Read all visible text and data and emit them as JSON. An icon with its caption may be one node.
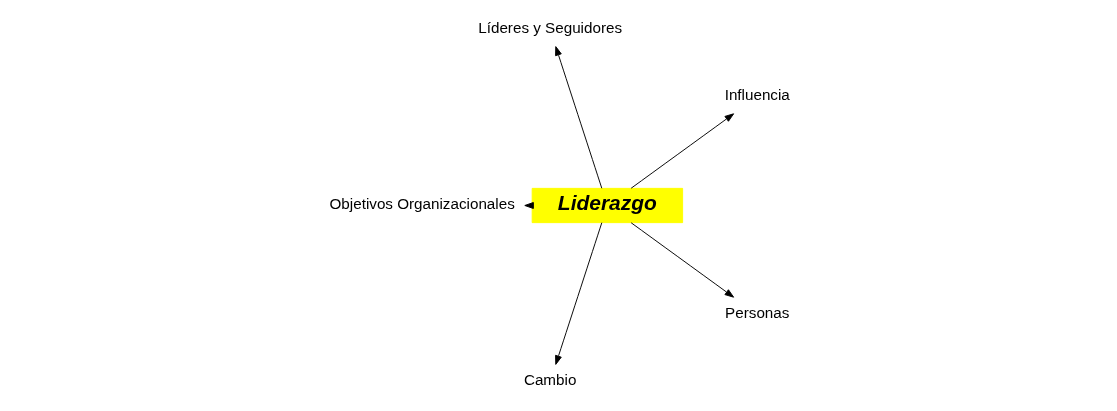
{
  "diagram": {
    "nodes": [
      {
        "text": [
          "Liderazgo"
        ]
      },
      {
        "text": [
          "Influencia"
        ]
      },
      {
        "text": [
          "Líderes y Seguidores"
        ]
      },
      {
        "text": [
          "Objetivos Organizacionales"
        ]
      },
      {
        "text": [
          "Cambio"
        ]
      },
      {
        "text": [
          "Personas"
        ]
      }
    ],
    "edges": [
      {
        "from": 0,
        "to": 1,
        "arrow": "to"
      },
      {
        "from": 0,
        "to": 2,
        "arrow": "to"
      },
      {
        "from": 0,
        "to": 3,
        "arrow": "to"
      },
      {
        "from": 0,
        "to": 4,
        "arrow": "to"
      },
      {
        "from": 0,
        "to": 5,
        "arrow": "to"
      }
    ]
  }
}
